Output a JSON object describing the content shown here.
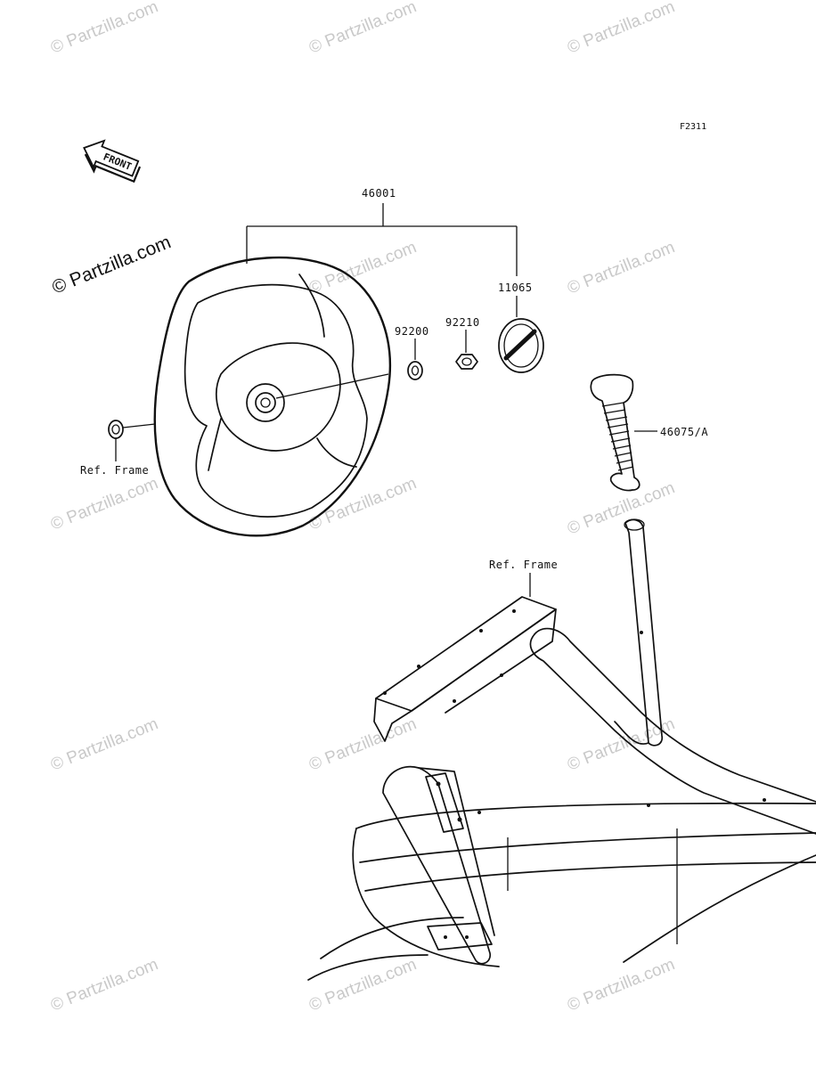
{
  "diagram": {
    "figure_code": "F2311",
    "front_label": "FRONT",
    "watermark_main": "© Partzilla.com",
    "watermark_tile": "© Partzilla.com",
    "parts": {
      "steering_wheel": "46001",
      "emblem": "11065",
      "washer": "92200",
      "nut": "92210",
      "grip": "46075/A"
    },
    "reference_labels": {
      "frame_left": "Ref. Frame",
      "frame_right": "Ref. Frame"
    }
  }
}
